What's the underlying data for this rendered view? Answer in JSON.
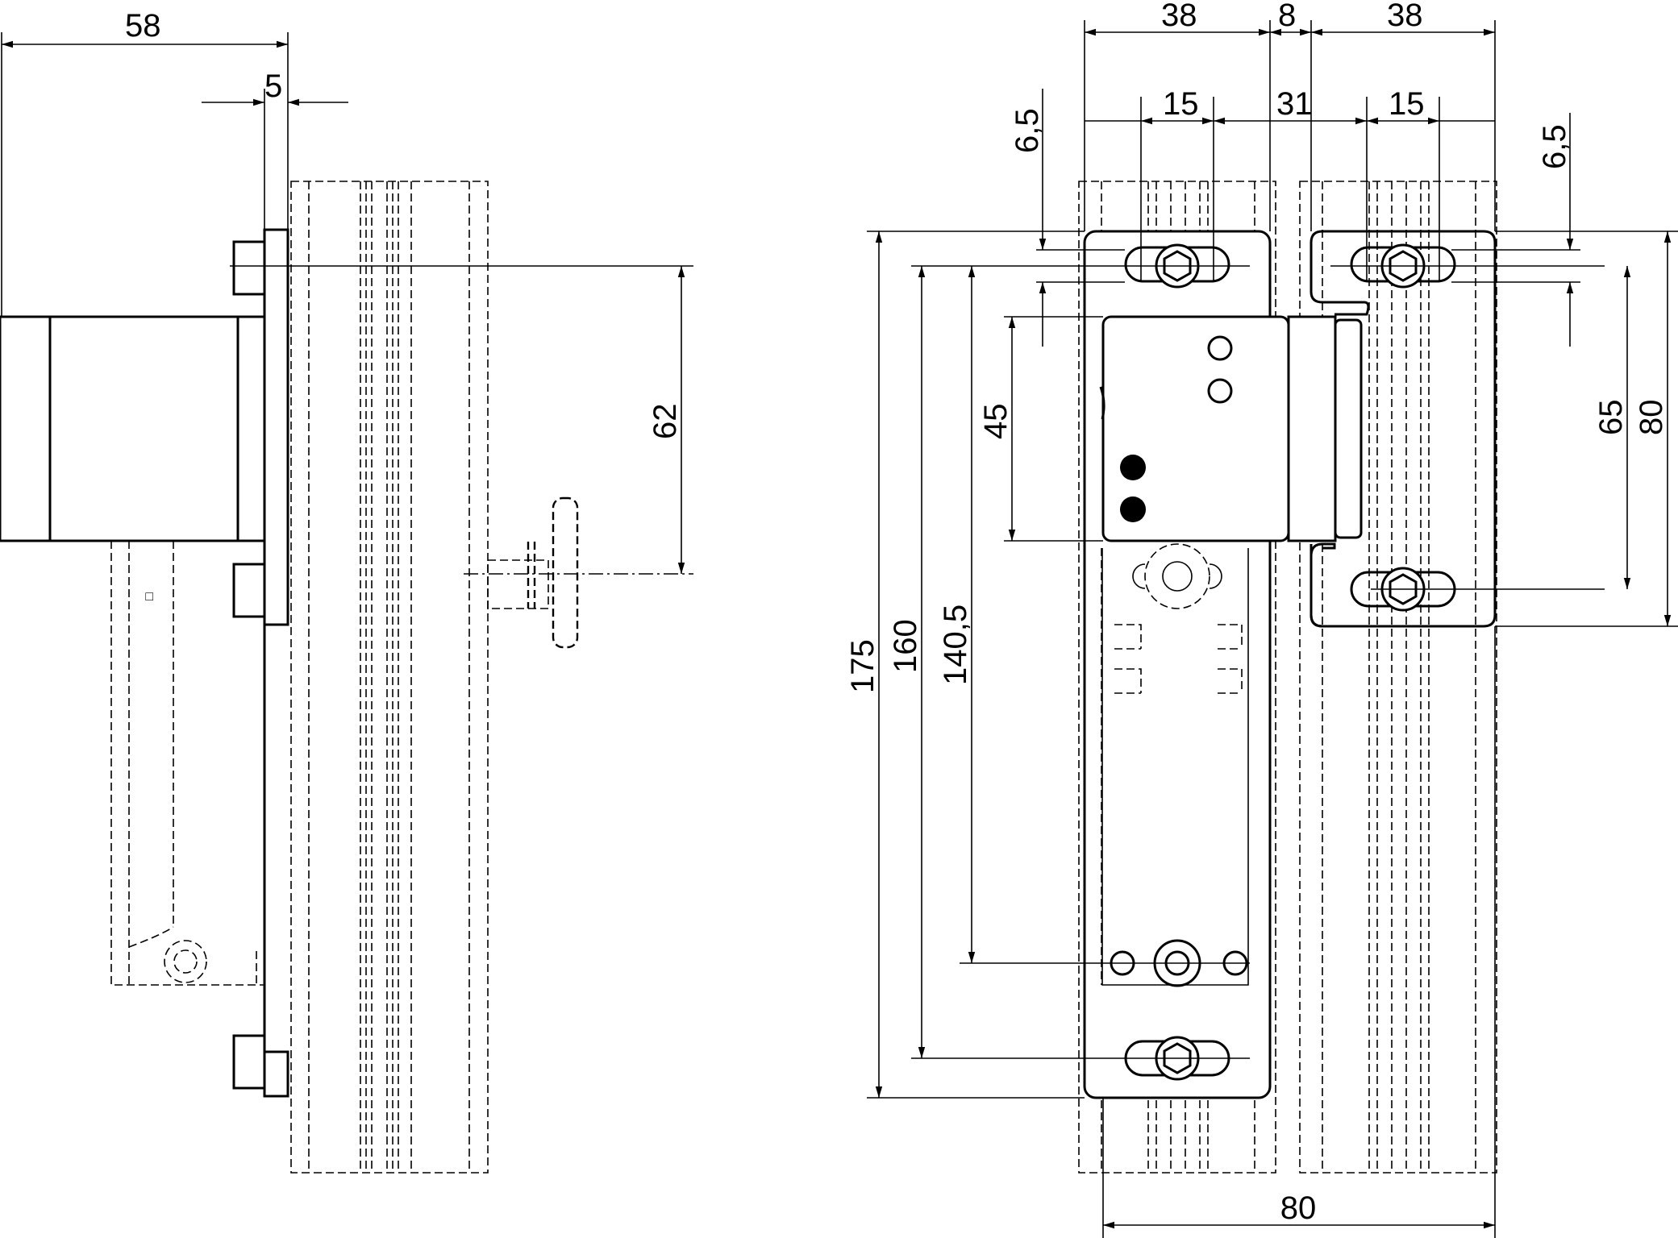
{
  "dimensions": {
    "side_view": {
      "total_depth": "58",
      "plate_thickness": "5",
      "actuator_offset": "62"
    },
    "front_view": {
      "top_width_left": "38",
      "top_gap": "8",
      "top_width_right": "38",
      "hole_spacing_left": "15",
      "hole_center_spacing": "31",
      "hole_spacing_right": "15",
      "hole_offset_left": "6,5",
      "hole_offset_right": "6,5",
      "actuator_head_height": "45",
      "overall_height": "175",
      "hole_span": "160",
      "to_lower_center": "140,5",
      "actuator_hole_span": "65",
      "actuator_height": "80",
      "overall_width": "80"
    }
  }
}
